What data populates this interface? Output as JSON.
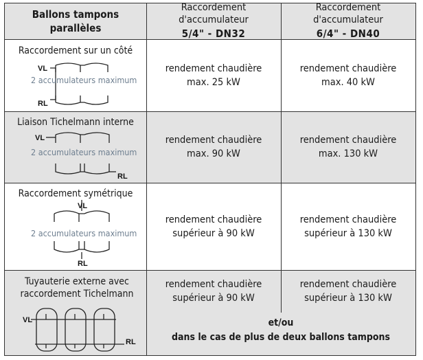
{
  "header": {
    "col1_title": "Ballons tampons parallèles",
    "col2_title": "Raccordement d'accumulateur",
    "col2_size": "5/4\" - DN32",
    "col3_title": "Raccordement d'accumulateur",
    "col3_size": "6/4\" - DN40"
  },
  "rows": [
    {
      "label": "Raccordement sur un côté",
      "diagram_note": "2 accumulateurs maximum",
      "vl": "VL",
      "rl": "RL",
      "dn32": "rendement chaudière max. 25 kW",
      "dn40": "rendement chaudière max. 40 kW"
    },
    {
      "label": "Liaison Tichelmann interne",
      "diagram_note": "2 accumulateurs maximum",
      "vl": "VL",
      "rl": "RL",
      "dn32": "rendement chaudière max. 90 kW",
      "dn40": "rendement chaudière max. 130 kW"
    },
    {
      "label": "Raccordement symétrique",
      "diagram_note": "2 accumulateurs maximum",
      "vl": "VL",
      "rl": "RL",
      "dn32": "rendement chaudière supérieur à 90 kW",
      "dn40": "rendement chaudière supérieur à 130 kW"
    },
    {
      "label": "Tuyauterie externe avec raccordement Tichelmann",
      "vl": "VL",
      "rl": "RL",
      "dn32": "rendement chaudière supérieur à 90 kW",
      "dn40": "rendement chaudière supérieur à 130 kW",
      "note_line1": "et/ou",
      "note_line2": "dans le cas de plus de deux ballons tampons"
    }
  ]
}
